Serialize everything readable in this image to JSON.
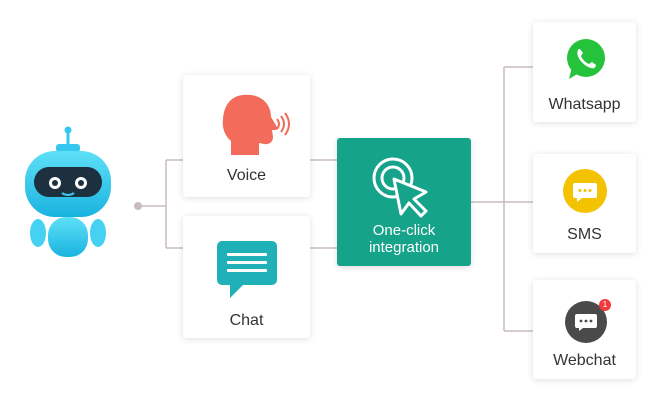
{
  "channels": [
    {
      "label": "Voice",
      "icon": "speaking-head-icon",
      "color": "#f26b5b"
    },
    {
      "label": "Chat",
      "icon": "chat-bubble-icon",
      "color": "#1fb0b8"
    }
  ],
  "hub": {
    "line1": "One-click",
    "line2": "integration",
    "icon": "cursor-click-icon",
    "color": "#15a38a"
  },
  "platforms": [
    {
      "label": "Whatsapp",
      "icon": "whatsapp-icon",
      "color": "#25c33c"
    },
    {
      "label": "SMS",
      "icon": "sms-bubble-icon",
      "color": "#f3c200"
    },
    {
      "label": "Webchat",
      "icon": "webchat-bubble-icon",
      "color": "#4a4a4a",
      "badge": "1"
    }
  ],
  "bot": {
    "icon": "robot-icon",
    "color": "#35c8ee"
  }
}
